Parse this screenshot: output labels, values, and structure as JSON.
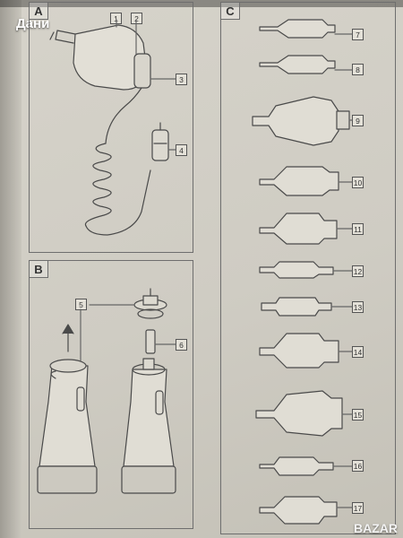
{
  "header": {
    "title": "Дани"
  },
  "panels": [
    {
      "letter": "A",
      "refs": [
        "1",
        "2",
        "3",
        "4"
      ]
    },
    {
      "letter": "B",
      "refs": [
        "5",
        "6"
      ]
    },
    {
      "letter": "C",
      "refs": [
        "7",
        "8",
        "9",
        "10",
        "11",
        "12",
        "13",
        "14",
        "15",
        "16",
        "17"
      ]
    }
  ],
  "watermark": {
    "text": "BAZAR"
  }
}
